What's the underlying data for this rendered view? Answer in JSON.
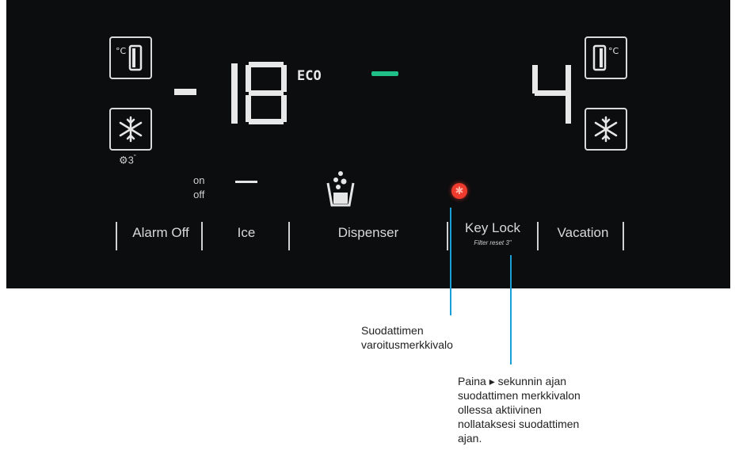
{
  "display": {
    "freezer": {
      "sign": "-",
      "digits": [
        "1",
        "8"
      ],
      "mode": "ECO"
    },
    "fridge": {
      "digits": [
        "4"
      ]
    },
    "ice_onoff": {
      "on": "on",
      "off": "off"
    },
    "accent_green": "#1fbf88",
    "filter_light_color": "#ee3b2d"
  },
  "icons": {
    "freezer_temp": "freezer-temp-icon",
    "freezer_fast": "snowflake-icon",
    "ice_maker": "ice-cubes-icon",
    "dispenser": "cup-icon",
    "filter": "filter-warning-icon",
    "fridge_temp": "fridge-temp-icon",
    "fridge_fast": "snowflake-icon"
  },
  "buttons": {
    "alarm_off": "Alarm Off",
    "ice": "Ice",
    "dispenser": "Dispenser",
    "key_lock": "Key Lock",
    "key_lock_sub": "Filter reset 3\"",
    "vacation": "Vacation"
  },
  "annotations": {
    "filter_warning": "Suodattimen\nvaroitusmerkkivalo",
    "filter_reset": "Paina ▸ sekunnin ajan\nsuodattimen merkkivalon\nollessa aktiivinen\nnollataksesi suodattimen\najan."
  }
}
